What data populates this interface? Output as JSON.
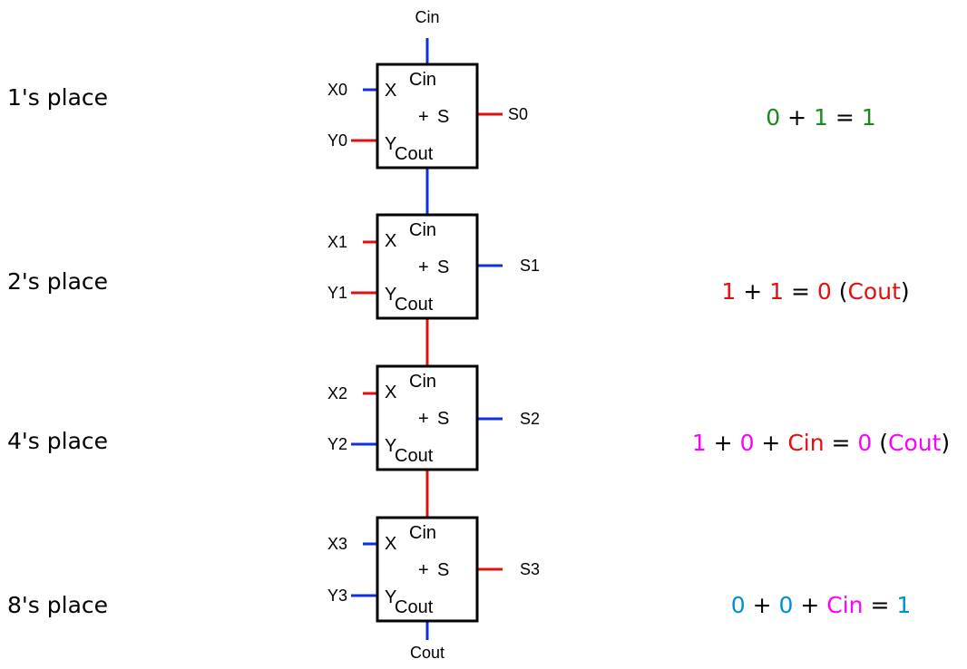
{
  "top_carry_label": "Cin",
  "bottom_carry_label": "Cout",
  "block_labels": {
    "x": "X",
    "y": "Y",
    "cin": "Cin",
    "plus": "+",
    "s": "S",
    "cout": "Cout"
  },
  "colors": {
    "one": "#e01010",
    "zero": "#1030e0",
    "green": "#1a8a1a",
    "magenta": "#ff00ff",
    "cyan": "#0090d0",
    "black": "#000000"
  },
  "stages": [
    {
      "place": "1's place",
      "x": "X0",
      "y": "Y0",
      "s": "S0",
      "x_wire": "zero",
      "y_wire": "one",
      "s_wire": "one",
      "carry_in_wire": "zero",
      "equation": [
        {
          "t": "0",
          "c": "green"
        },
        {
          "t": " + ",
          "c": "black"
        },
        {
          "t": "1",
          "c": "green"
        },
        {
          "t": " = ",
          "c": "black"
        },
        {
          "t": "1",
          "c": "green"
        }
      ]
    },
    {
      "place": "2's place",
      "x": "X1",
      "y": "Y1",
      "s": "S1",
      "x_wire": "one",
      "y_wire": "one",
      "s_wire": "zero",
      "carry_in_wire": "zero",
      "equation": [
        {
          "t": "1",
          "c": "one"
        },
        {
          "t": " + ",
          "c": "black"
        },
        {
          "t": "1",
          "c": "one"
        },
        {
          "t": " = ",
          "c": "black"
        },
        {
          "t": "0",
          "c": "one"
        },
        {
          "t": " (",
          "c": "black"
        },
        {
          "t": "Cout",
          "c": "one"
        },
        {
          "t": ")",
          "c": "black"
        }
      ]
    },
    {
      "place": "4's place",
      "x": "X2",
      "y": "Y2",
      "s": "S2",
      "x_wire": "one",
      "y_wire": "zero",
      "s_wire": "zero",
      "carry_in_wire": "one",
      "equation": [
        {
          "t": "1",
          "c": "magenta"
        },
        {
          "t": " + ",
          "c": "black"
        },
        {
          "t": "0",
          "c": "magenta"
        },
        {
          "t": " + ",
          "c": "black"
        },
        {
          "t": "Cin",
          "c": "one"
        },
        {
          "t": " = ",
          "c": "black"
        },
        {
          "t": "0",
          "c": "magenta"
        },
        {
          "t": " (",
          "c": "black"
        },
        {
          "t": "Cout",
          "c": "magenta"
        },
        {
          "t": ")",
          "c": "black"
        }
      ]
    },
    {
      "place": "8's place",
      "x": "X3",
      "y": "Y3",
      "s": "S3",
      "x_wire": "zero",
      "y_wire": "zero",
      "s_wire": "one",
      "carry_in_wire": "one",
      "equation": [
        {
          "t": "0",
          "c": "cyan"
        },
        {
          "t": " + ",
          "c": "black"
        },
        {
          "t": "0",
          "c": "cyan"
        },
        {
          "t": " + ",
          "c": "black"
        },
        {
          "t": "Cin",
          "c": "magenta"
        },
        {
          "t": " = ",
          "c": "black"
        },
        {
          "t": "1",
          "c": "cyan"
        }
      ]
    }
  ],
  "carry_out_wire": "zero"
}
